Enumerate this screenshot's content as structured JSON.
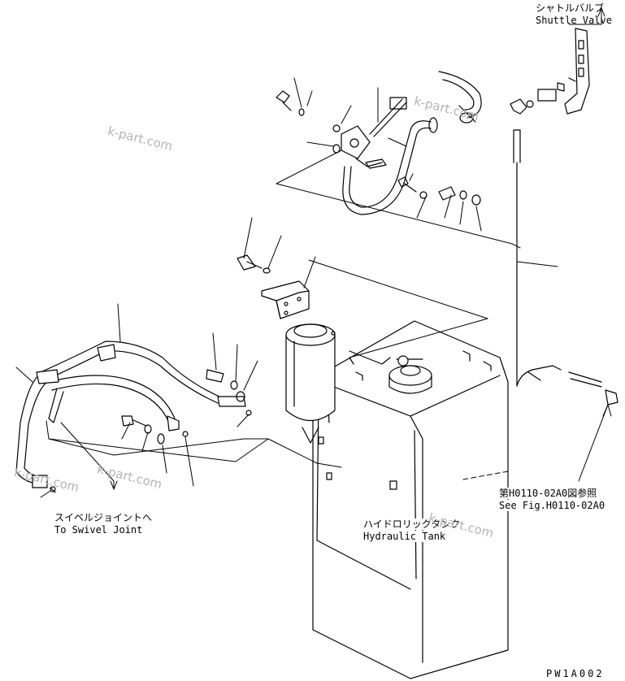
{
  "labels": {
    "shuttle_valve_jp": "シャトルバルブ",
    "shuttle_valve_en": "Shuttle Valve",
    "swivel_joint_jp": "スイベルジョイントへ",
    "swivel_joint_en": "To Swivel Joint",
    "hydraulic_tank_jp": "ハイドロリックタンク",
    "hydraulic_tank_en": "Hydraulic Tank",
    "see_fig_jp": "第H0110-02A0図参照",
    "see_fig_en": "See Fig.H0110-02A0",
    "drawing_code": "PW1A002"
  },
  "watermarks": [
    "k-part.com",
    "k-part.com",
    "k-part.com",
    "k-part.com",
    "k-part.com"
  ],
  "colors": {
    "line": "#000000",
    "watermark": "#b4b4b4"
  }
}
